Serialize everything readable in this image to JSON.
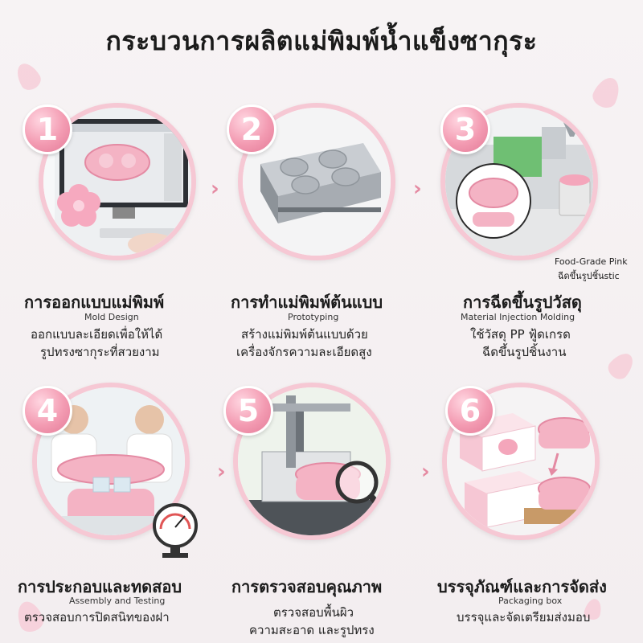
{
  "title": "กระบวนการผลิตแม่พิมพ์น้ำแข็งซากุระ",
  "steps": [
    {
      "num": "1",
      "head": "การออกแบบแม่พิมพ์",
      "sub": "Mold Design",
      "desc1": "ออกแบบละเอียดเพื่อให้ได้",
      "desc2": "รูปทรงซากุระที่สวยงาม"
    },
    {
      "num": "2",
      "head": "การทำแม่พิมพ์ต้นแบบ",
      "sub": "Prototyping",
      "desc1": "สร้างแม่พิมพ์ต้นแบบด้วย",
      "desc2": "เครื่องจักรความละเอียดสูง"
    },
    {
      "num": "3",
      "head": "การฉีดขึ้นรูปวัสดุ",
      "sub": "Material Injection Molding",
      "desc1": "ใช้วัสดุ PP ฟู้ดเกรด",
      "desc2": "ฉีดขึ้นรูปชิ้นงาน"
    },
    {
      "num": "4",
      "head": "การประกอบและทดสอบ",
      "sub": "Assembly and Testing",
      "desc1": "ตรวจสอบการปิดสนิทของฝา",
      "desc2": ""
    },
    {
      "num": "5",
      "head": "การตรวจสอบคุณภาพ",
      "sub": "",
      "desc1": "ตรวจสอบพื้นผิว",
      "desc2": "ความสะอาด และรูปทรง"
    },
    {
      "num": "6",
      "head": "บรรจุภัณฑ์และการจัดส่ง",
      "sub": "Packaging box",
      "desc1": "บรรจุและจัดเตรียมส่งมอบ",
      "desc2": ""
    }
  ],
  "step3_label1": "Food-Grade Pink",
  "step3_label2": "ฉีดขึ้นรูปชิ้นstic",
  "arrow_glyph": "›",
  "colors": {
    "accent": "#f39bb2",
    "ring": "#f6c8d4",
    "product": "#f4b3c4"
  }
}
